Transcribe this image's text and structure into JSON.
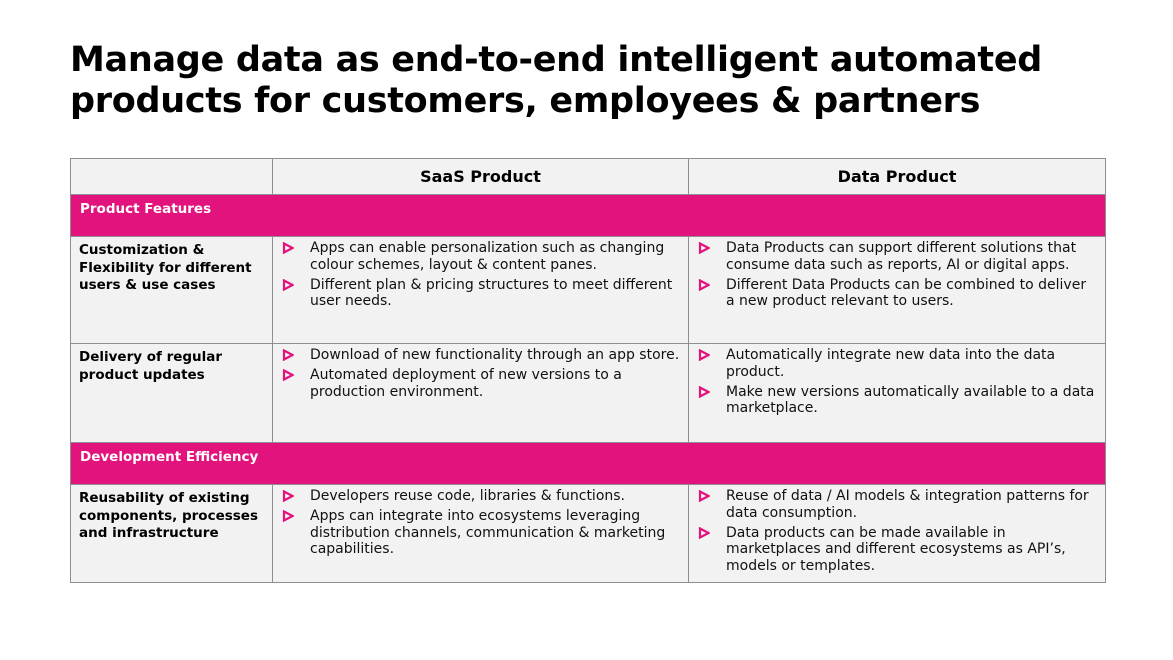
{
  "title": "Manage data as end-to-end intelligent automated products for customers, employees & partners",
  "table": {
    "headers": [
      "",
      "SaaS Product",
      "Data Product"
    ],
    "sections": [
      {
        "label": "Product Features",
        "rows": [
          {
            "label": "Customization & Flexibility for different users & use cases",
            "saas": [
              "Apps can enable personalization such as changing colour schemes, layout & content panes.",
              "Different plan & pricing structures to meet different user needs."
            ],
            "data": [
              "Data Products can support different solutions that consume data such as reports, AI or digital apps.",
              "Different Data Products can be combined to deliver a new product relevant to users."
            ]
          },
          {
            "label": "Delivery of regular product updates",
            "saas": [
              "Download of new functionality through an app store.",
              "Automated deployment of new versions to a production environment."
            ],
            "data": [
              "Automatically integrate new data into the data product.",
              "Make new versions automatically available to a data marketplace."
            ]
          }
        ]
      },
      {
        "label": "Development Efficiency",
        "rows": [
          {
            "label": "Reusability of existing components, processes and infrastructure",
            "saas": [
              "Developers reuse code, libraries & functions.",
              "Apps can integrate into ecosystems leveraging distribution channels, communication & marketing capabilities."
            ],
            "data": [
              "Reuse of data / AI models & integration patterns for data consumption.",
              "Data products can be made available in marketplaces and different ecosystems as API’s, models or templates."
            ]
          }
        ]
      }
    ]
  },
  "colors": {
    "accent": "#e2137d",
    "cell_background": "#f2f2f2",
    "border": "#8f8f8f"
  },
  "icons": {
    "bullet": "triangle-outline-icon"
  }
}
